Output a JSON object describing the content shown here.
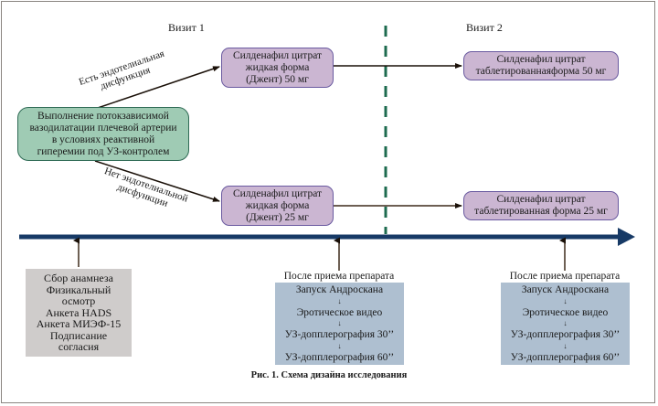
{
  "visits": {
    "visit1": "Визит 1",
    "visit2": "Визит 2"
  },
  "start_box": {
    "lines": [
      "Выполнение потокзависимой",
      "вазодилатации плечевой артерии",
      "в условиях реактивной",
      "гиперемии под УЗ-контролем"
    ]
  },
  "branches": {
    "yes": [
      "Есть эндотелиальная",
      "дисфункция"
    ],
    "no": [
      "Нет эндотелиальной",
      "дисфункции"
    ]
  },
  "visit1_boxes": {
    "top": [
      "Силденафил цитрат",
      "жидкая форма",
      "(Джент) 50 мг"
    ],
    "bottom": [
      "Силденафил цитрат",
      "жидкая форма",
      "(Джент) 25 мг"
    ]
  },
  "visit2_boxes": {
    "top": [
      "Силденафил цитрат",
      "таблетированнаяформа 50 мг"
    ],
    "bottom": [
      "Силденафил цитрат",
      "таблетированная форма 25 мг"
    ]
  },
  "screening_box": {
    "lines": [
      "Сбор анамнеза",
      "Физикальный",
      "осмотр",
      "Анкета HADS",
      "Анкета МИЭФ-15",
      "Подписание",
      "согласия"
    ]
  },
  "after_dose": {
    "label": "После приема препарата",
    "steps": [
      "Запуск Андроскана",
      "Эротическое видео",
      "УЗ-допплерография 30’’",
      "УЗ-допплерография 60’’"
    ],
    "arrow_glyph": "↓"
  },
  "caption": "Рис. 1. Схема дизайна исследования",
  "colors": {
    "timeline": "#173a66",
    "divider": "#1e6b4f",
    "drug_box": "#cbb6d2",
    "start_box": "#9fcbb4",
    "screening_box": "#cfcccb",
    "procedure_box": "#aebfd0"
  }
}
